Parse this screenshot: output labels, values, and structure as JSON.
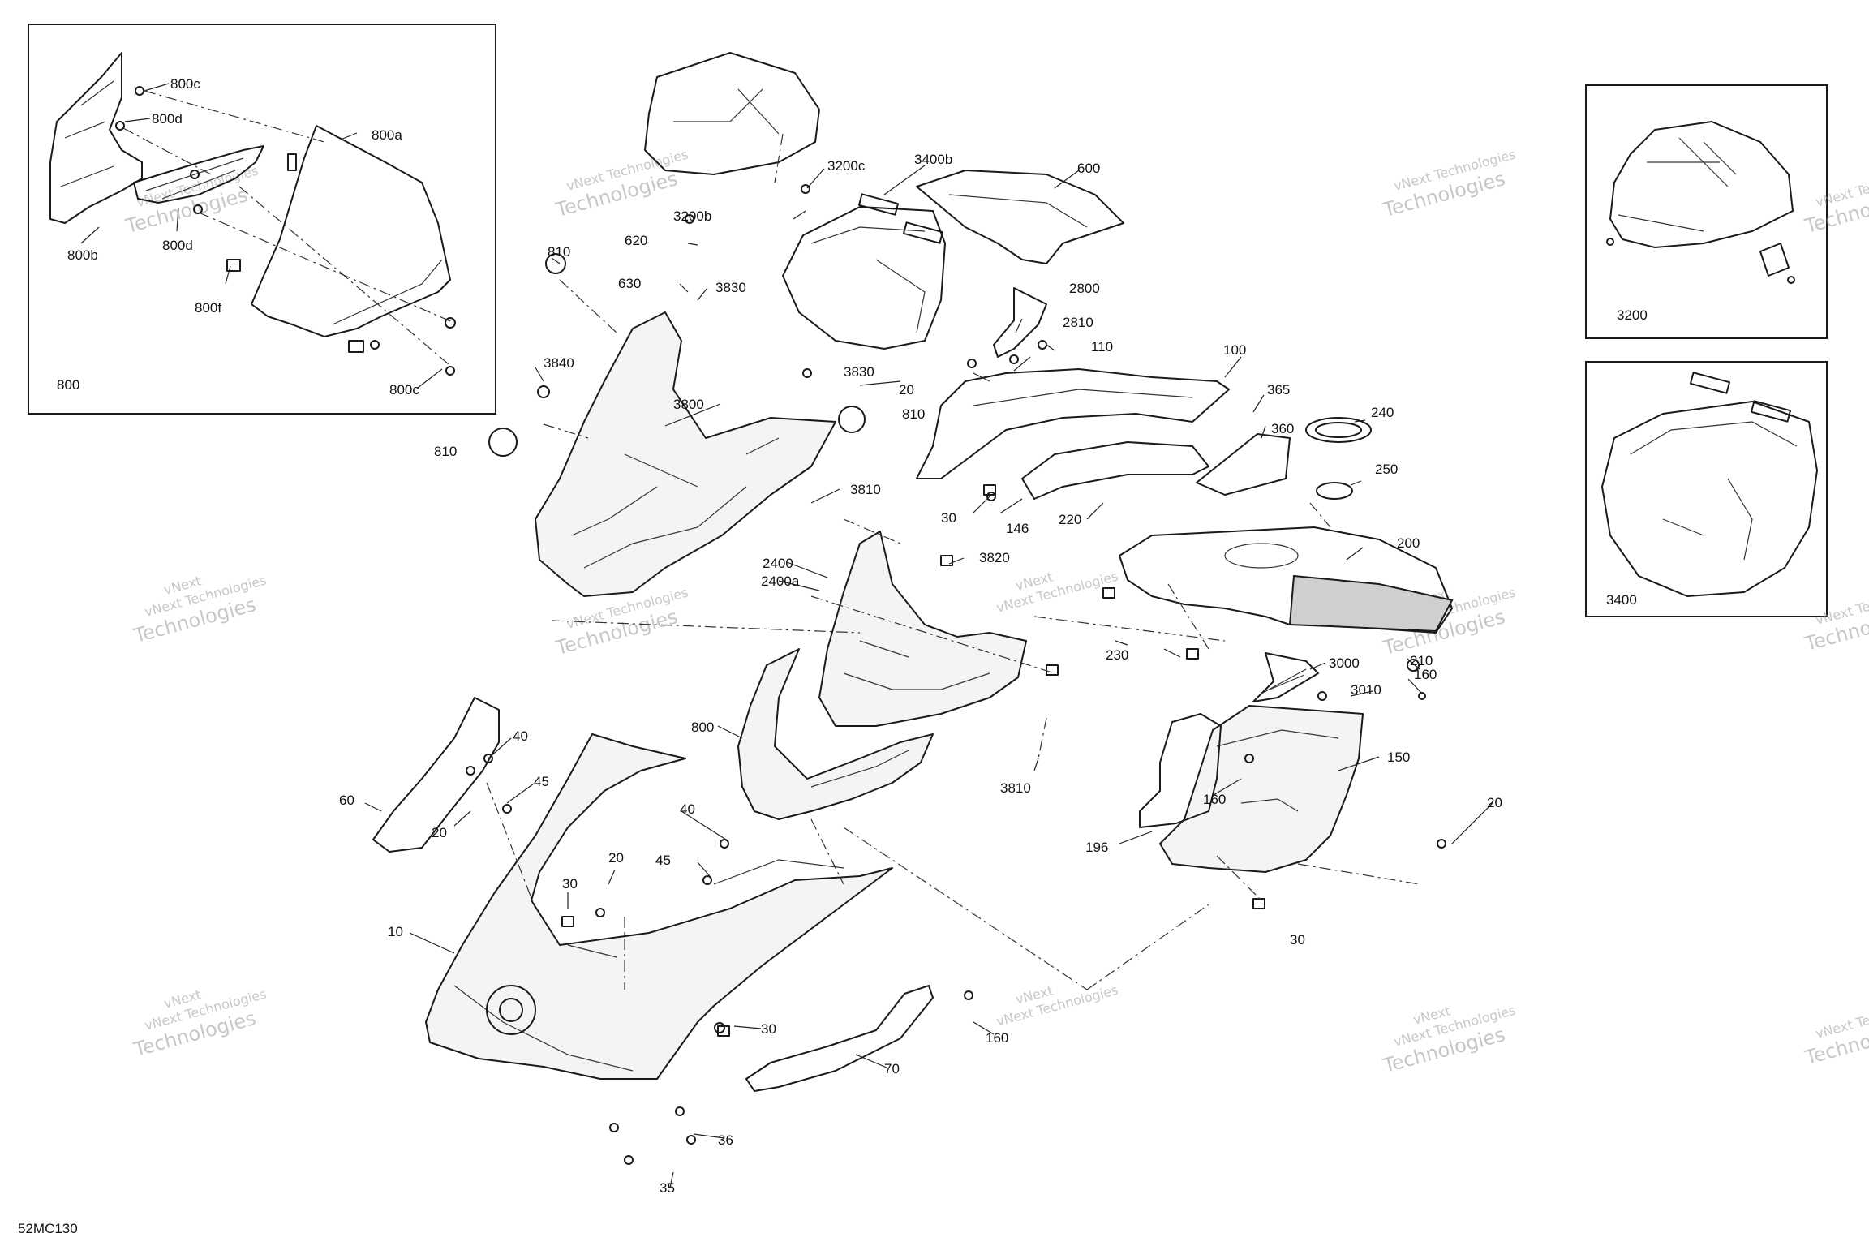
{
  "diagram_code": "52MC130",
  "watermark": {
    "line1": "vNext Technologies",
    "line2": "vNext",
    "line3": "Technologies"
  },
  "inset_labels": {
    "left": "800",
    "right_top": "3200",
    "right_bottom": "3400"
  },
  "callouts": [
    "800c",
    "800d",
    "800a",
    "800b",
    "800d",
    "800f",
    "800c",
    "3200c",
    "3400b",
    "600",
    "3200b",
    "620",
    "630",
    "3830",
    "810",
    "3840",
    "3800",
    "810",
    "810",
    "3830",
    "2800",
    "2810",
    "110",
    "100",
    "20",
    "365",
    "360",
    "240",
    "250",
    "3810",
    "30",
    "146",
    "220",
    "200",
    "2400",
    "2400a",
    "3820",
    "230",
    "3000",
    "210",
    "160",
    "3010",
    "800",
    "3810",
    "150",
    "160",
    "196",
    "20",
    "60",
    "40",
    "45",
    "20",
    "40",
    "45",
    "20",
    "30",
    "10",
    "30",
    "160",
    "70",
    "36",
    "35",
    "30"
  ]
}
